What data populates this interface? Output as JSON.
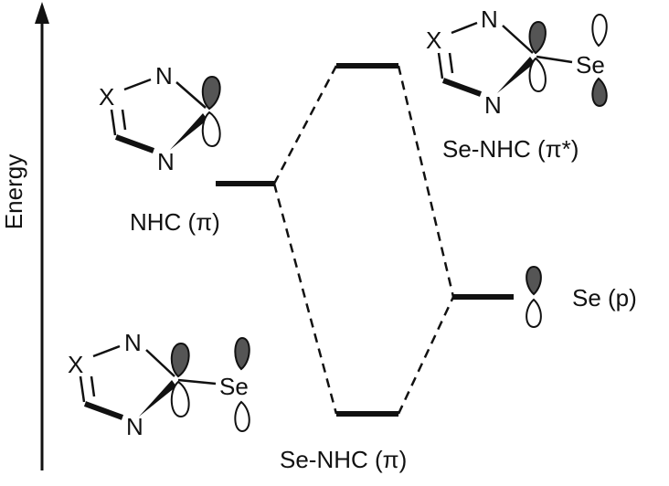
{
  "axis": {
    "label": "Energy"
  },
  "labels": {
    "nhc_pi": "NHC (π)",
    "se_p": "Se (p)",
    "se_nhc_pi": "Se-NHC (π)",
    "se_nhc_pi_star": "Se-NHC (π*)"
  },
  "structures": {
    "nhc": {
      "x_atom": "X",
      "n_top": "N",
      "n_bottom": "N"
    },
    "se_nhc_top": {
      "x_atom": "X",
      "n_top": "N",
      "n_bottom": "N",
      "se": "Se"
    },
    "se_nhc_bottom": {
      "x_atom": "X",
      "n_top": "N",
      "n_bottom": "N",
      "se": "Se"
    }
  },
  "colors": {
    "line": "#111111",
    "lobe_filled": "#555555",
    "lobe_open": "#ffffff"
  }
}
